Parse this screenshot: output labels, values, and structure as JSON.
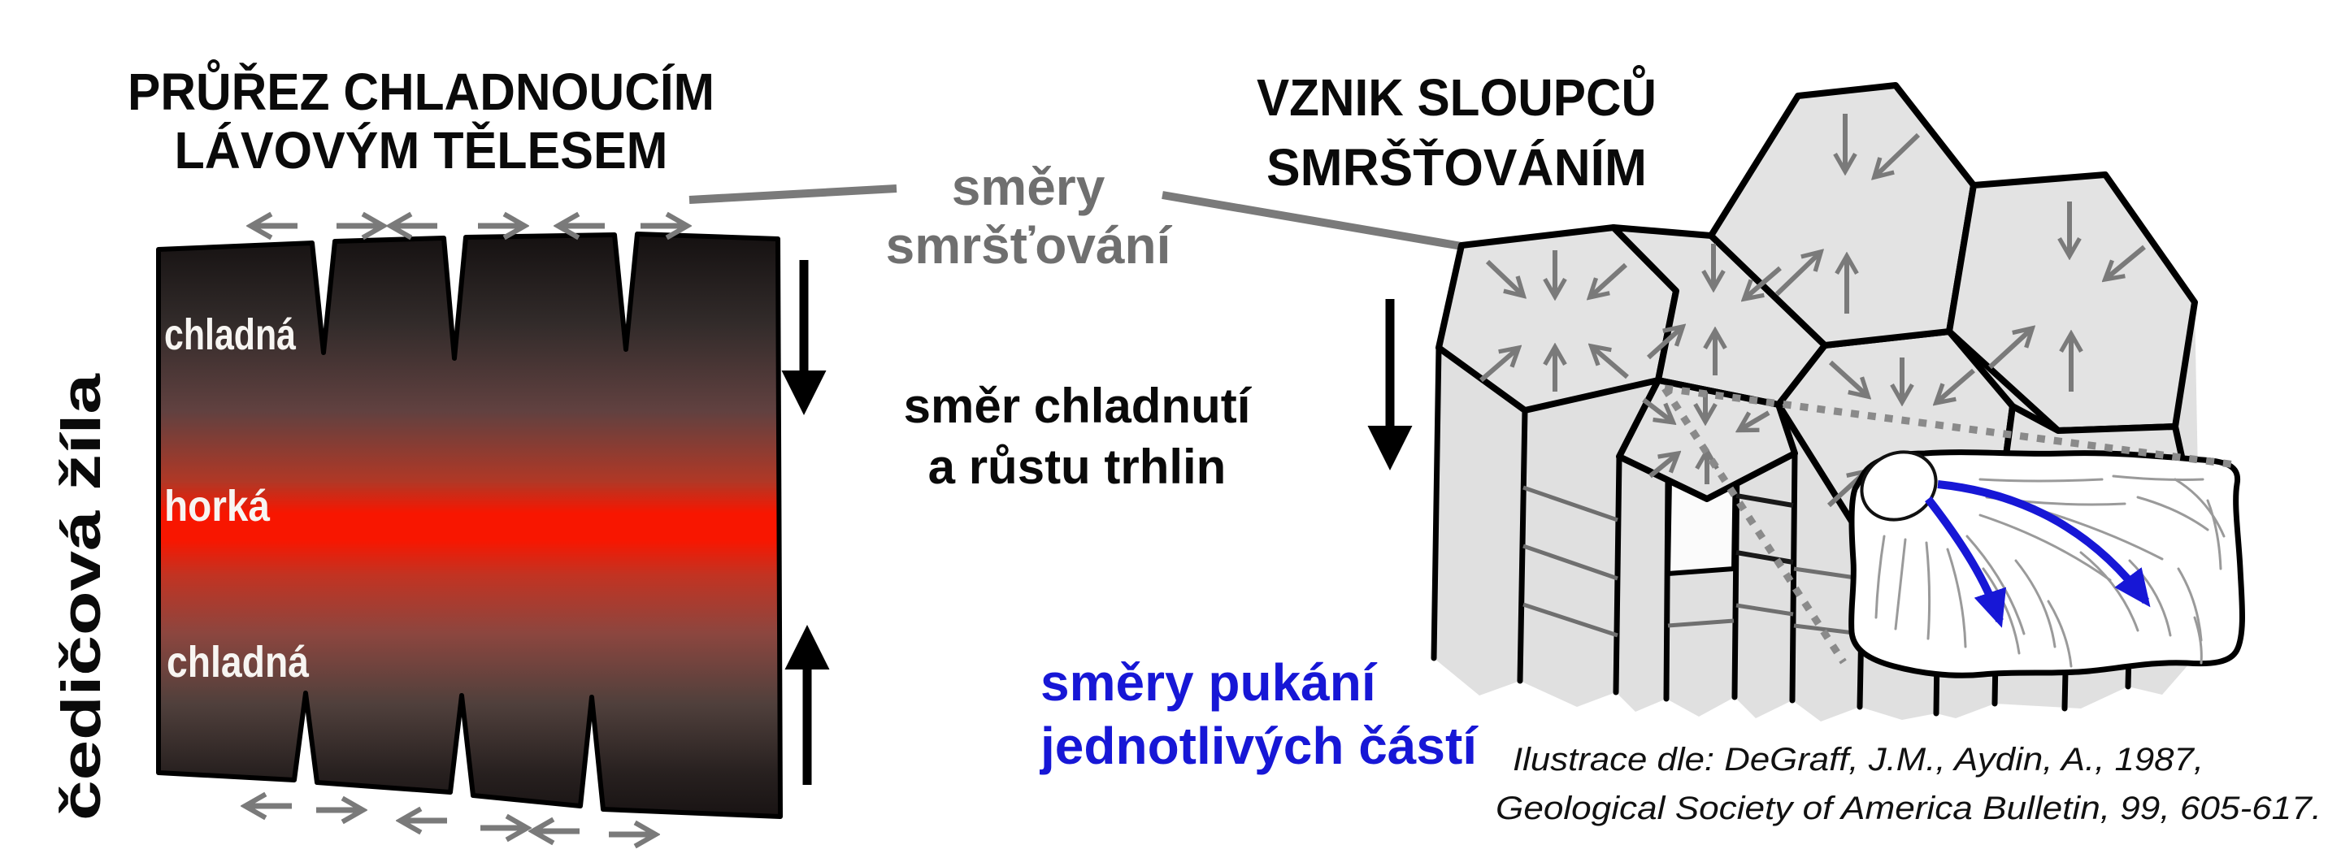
{
  "left_panel": {
    "title": [
      "PRŮŘEZ CHLADNOUCÍM",
      "LÁVOVÝM TĚLESEM"
    ],
    "side_label": "čedičová žíla",
    "zones": {
      "top": "chladná",
      "middle": "horká",
      "bottom": "chladná"
    }
  },
  "right_panel": {
    "title": [
      "VZNIK SLOUPCŮ",
      "SMRŠŤOVÁNÍM"
    ]
  },
  "annotations": {
    "shrink": [
      "směry",
      "smršťování"
    ],
    "cooling": [
      "směr chladnutí",
      "a růstu trhlin"
    ],
    "cracking": [
      "směry pukání",
      "jednotlivých částí"
    ]
  },
  "citation": [
    "Ilustrace dle: DeGraff, J.M., Aydin, A., 1987,",
    "Geological Society of America Bulletin, 99, 605-617."
  ],
  "colors": {
    "hot_center": "#f81600",
    "cool_rock": "#171212",
    "annotation_gray": "#6f6f6f",
    "annotation_blue": "#1717d6",
    "column_fill": "#e3e3e3",
    "arrow_gray": "#7a7a7a",
    "background": "#ffffff"
  }
}
